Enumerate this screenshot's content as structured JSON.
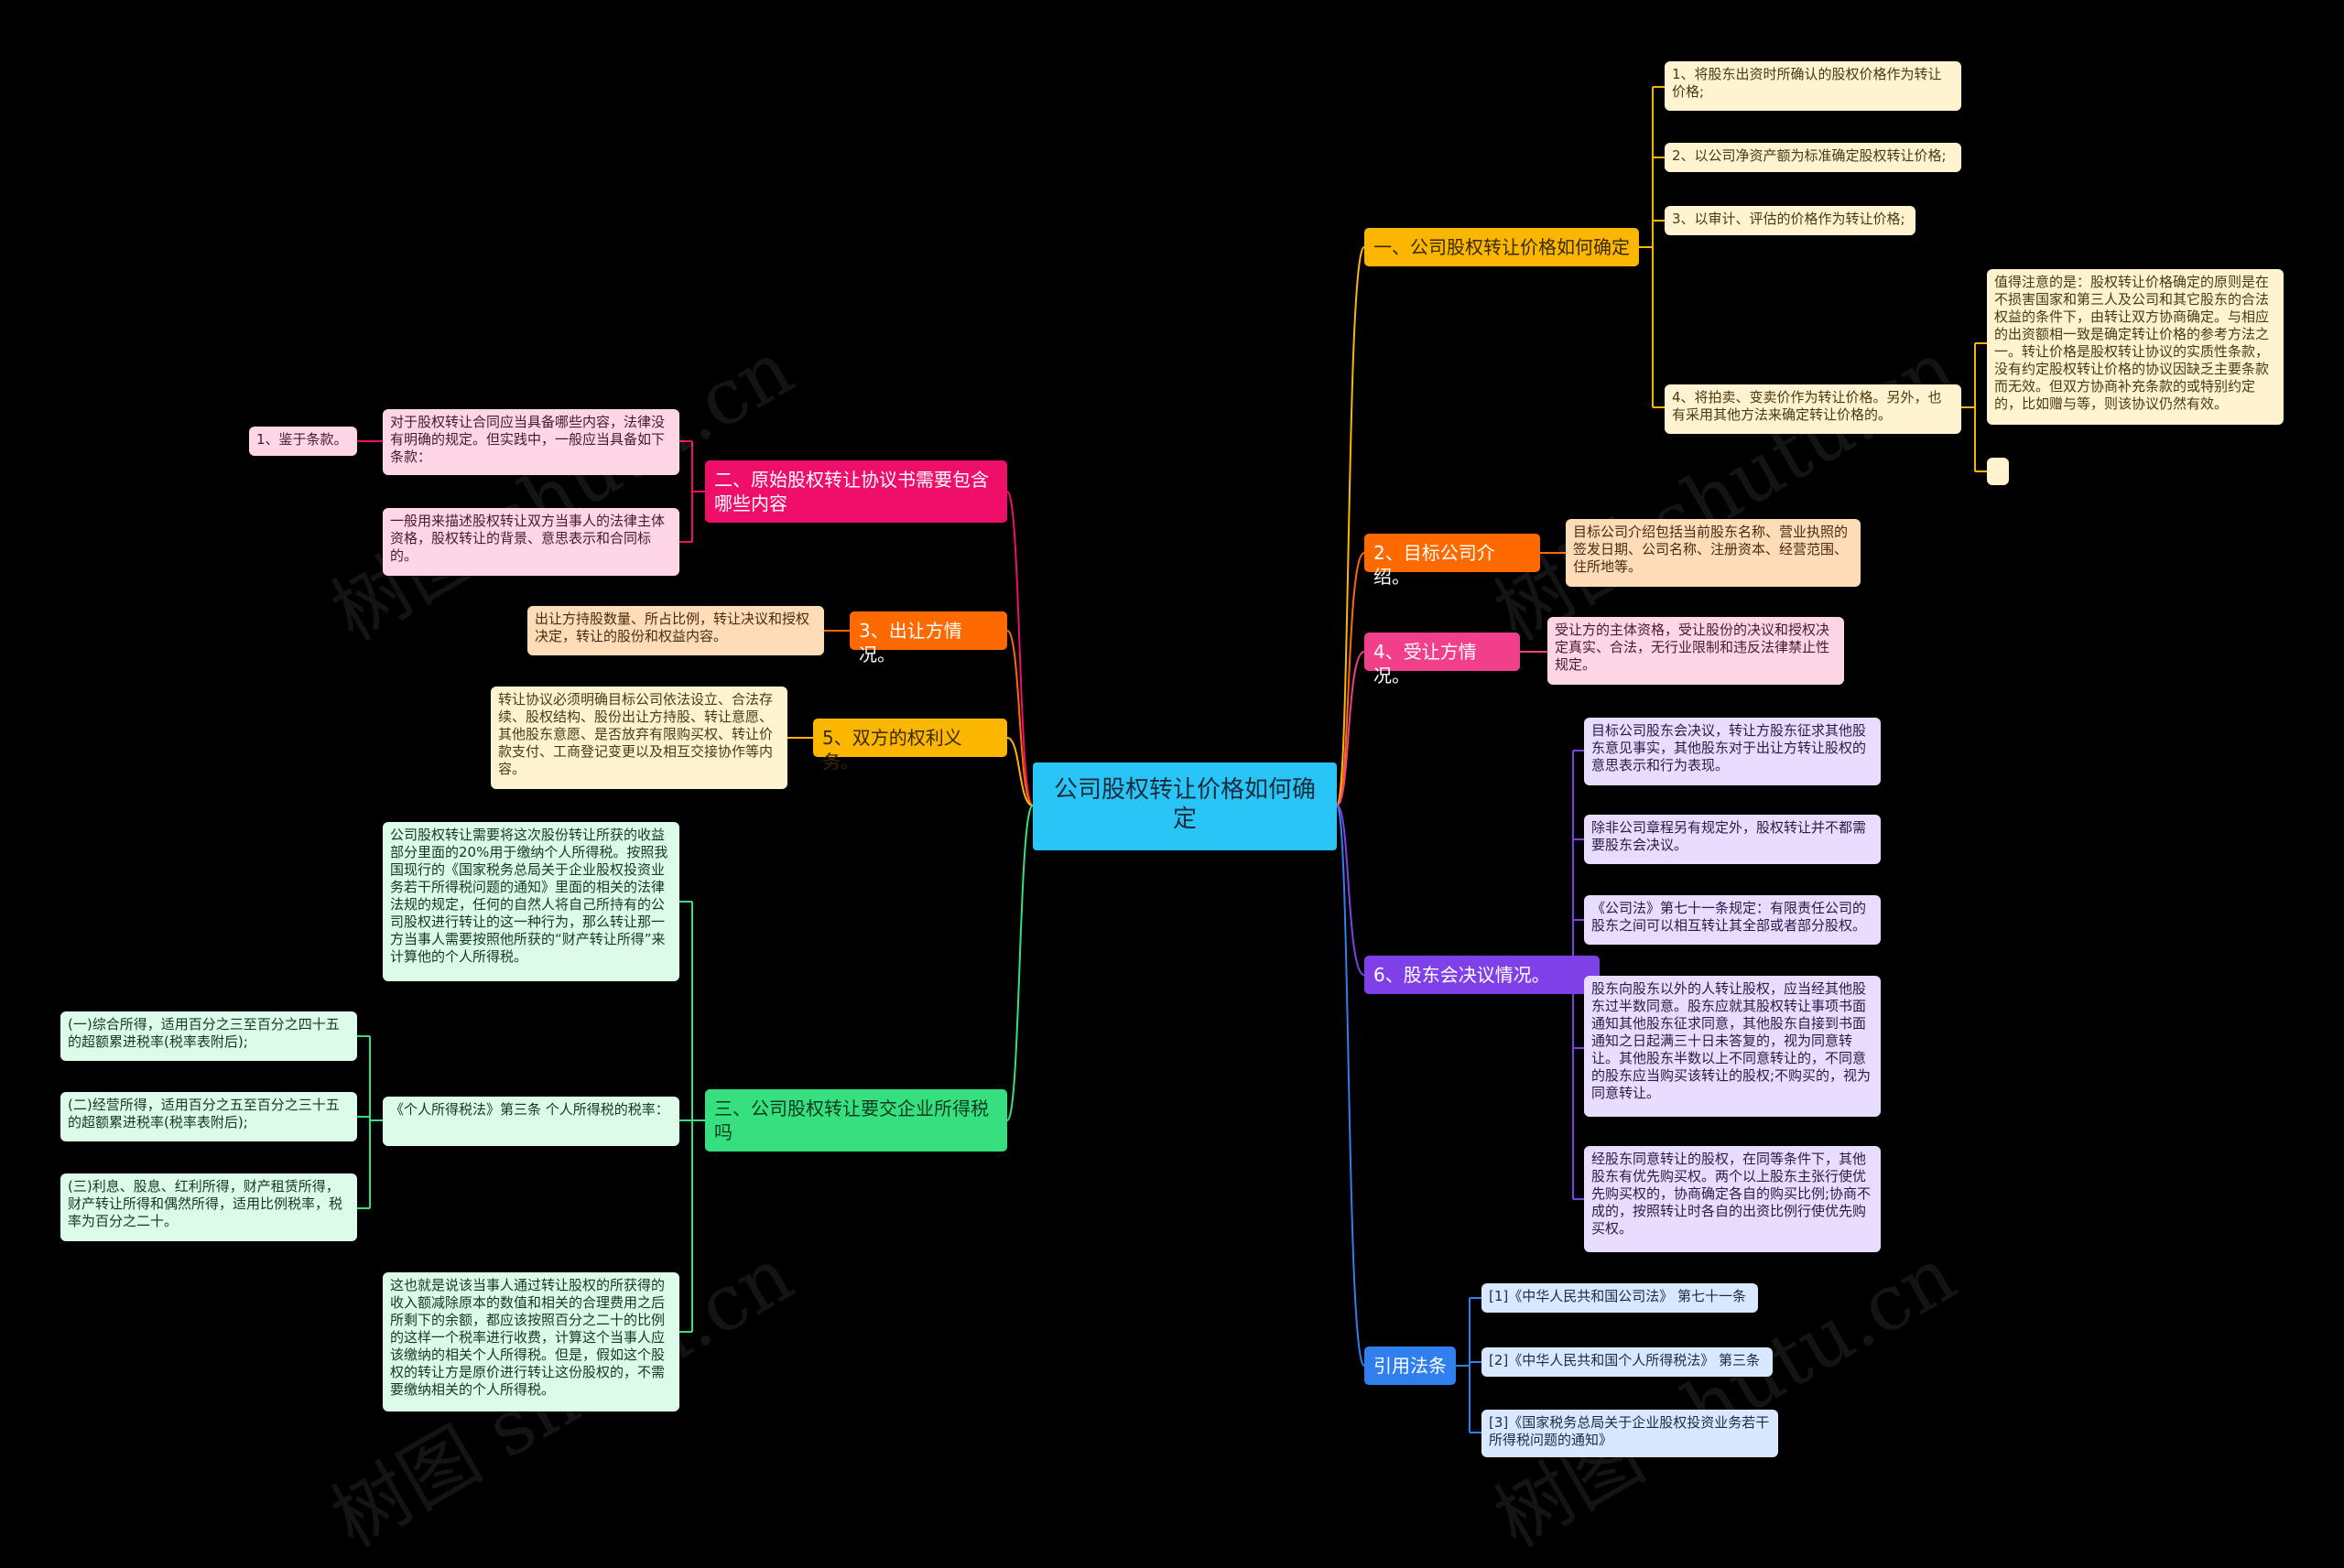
{
  "colors": {
    "root": "#29c5f6",
    "orange": "#fbb700",
    "orange_red": "#ff6a00",
    "pink": "#f23f8c",
    "purple": "#8040e8",
    "blue": "#2f7fef",
    "green": "#36e07f",
    "magenta": "#ef0f6b",
    "orange_leaf": "#ffdcb8",
    "yellow_leaf": "#fff3d0",
    "pink_leaf": "#ffd6e6",
    "lavender_leaf": "#e8dcff",
    "blue_leaf": "#d8e8ff",
    "green_leaf": "#dcfbe8"
  },
  "watermark": "树图 shutu.cn",
  "root": "公司股权转让价格如何确定",
  "b1": {
    "label": "一、公司股权转让价格如何确定",
    "items": [
      "1、将股东出资时所确认的股权价格作为转让价格;",
      "2、以公司净资产额为标准确定股权转让价格;",
      "3、以审计、评估的价格作为转让价格;",
      "4、将拍卖、变卖价作为转让价格。另外，也有采用其他方法来确定转让价格的。"
    ],
    "note": "值得注意的是：股权转让价格确定的原则是在不损害国家和第三人及公司和其它股东的合法权益的条件下，由转让双方协商确定。与相应的出资额相一致是确定转让价格的参考方法之一。转让价格是股权转让协议的实质性条款，没有约定股权转让价格的协议因缺乏主要条款而无效。但双方协商补充条款的或特别约定的，比如赠与等，则该协议仍然有效。",
    "empty": ""
  },
  "b2": {
    "label": "2、目标公司介绍。",
    "text": "目标公司介绍包括当前股东名称、营业执照的签发日期、公司名称、注册资本、经营范围、住所地等。"
  },
  "b4": {
    "label": "4、受让方情况。",
    "text": "受让方的主体资格，受让股份的决议和授权决定真实、合法，无行业限制和违反法律禁止性规定。"
  },
  "b6": {
    "label": "6、股东会决议情况。",
    "items": [
      "目标公司股东会决议，转让方股东征求其他股东意见事实，其他股东对于出让方转让股权的意思表示和行为表现。",
      "除非公司章程另有规定外，股权转让并不都需要股东会决议。",
      "《公司法》第七十一条规定：有限责任公司的股东之间可以相互转让其全部或者部分股权。",
      "股东向股东以外的人转让股权，应当经其他股东过半数同意。股东应就其股权转让事项书面通知其他股东征求同意，其他股东自接到书面通知之日起满三十日未答复的，视为同意转让。其他股东半数以上不同意转让的，不同意的股东应当购买该转让的股权;不购买的，视为同意转让。",
      "经股东同意转让的股权，在同等条件下，其他股东有优先购买权。两个以上股东主张行使优先购买权的，协商确定各自的购买比例;协商不成的，按照转让时各自的出资比例行使优先购买权。"
    ]
  },
  "law": {
    "label": "引用法条",
    "items": [
      "[1]《中华人民共和国公司法》 第七十一条",
      "[2]《中华人民共和国个人所得税法》 第三条",
      "[3]《国家税务总局关于企业股权投资业务若干所得税问题的通知》"
    ]
  },
  "l2": {
    "label": "二、原始股权转让协议书需要包含哪些内容",
    "intro": "对于股权转让合同应当具备哪些内容，法律没有明确的规定。但实践中，一般应当具备如下条款：",
    "sub": "1、鉴于条款。",
    "desc": "一般用来描述股权转让双方当事人的法律主体资格，股权转让的背景、意思表示和合同标的。"
  },
  "l3": {
    "label": "3、出让方情况。",
    "text": "出让方持股数量、所占比例，转让决议和授权决定，转让的股份和权益内容。"
  },
  "l5": {
    "label": "5、双方的权利义务。",
    "text": "转让协议必须明确目标公司依法设立、合法存续、股权结构、股份出让方持股、转让意愿、其他股东意愿、是否放弃有限购买权、转让价款支付、工商登记变更以及相互交接协作等内容。"
  },
  "tax": {
    "label": "三、公司股权转让要交企业所得税吗",
    "p1": "公司股权转让需要将这次股份转让所获的收益部分里面的20%用于缴纳个人所得税。按照我国现行的《国家税务总局关于企业股权投资业务若干所得税问题的通知》里面的相关的法律法规的规定，任何的自然人将自己所持有的公司股权进行转让的这一种行为，那么转让那一方当事人需要按照他所获的“财产转让所得”来计算他的个人所得税。",
    "p2": "《个人所得税法》第三条 个人所得税的税率：",
    "rates": [
      "(一)综合所得，适用百分之三至百分之四十五的超额累进税率(税率表附后);",
      "(二)经营所得，适用百分之五至百分之三十五的超额累进税率(税率表附后);",
      "(三)利息、股息、红利所得，财产租赁所得，财产转让所得和偶然所得，适用比例税率，税率为百分之二十。"
    ],
    "p3": "这也就是说该当事人通过转让股权的所获得的收入额减除原本的数值和相关的合理费用之后所剩下的余额，都应该按照百分之二十的比例的这样一个税率进行收费，计算这个当事人应该缴纳的相关个人所得税。但是，假如这个股权的转让方是原价进行转让这份股权的，不需要缴纳相关的个人所得税。"
  }
}
